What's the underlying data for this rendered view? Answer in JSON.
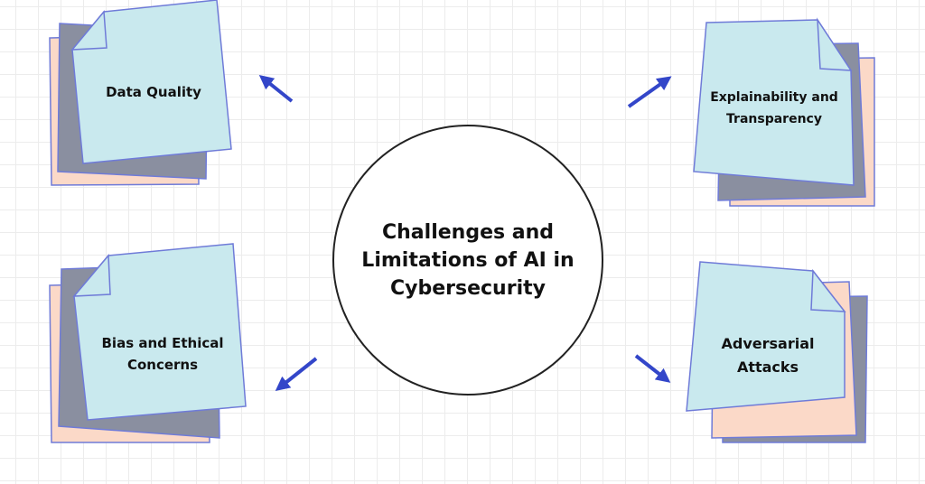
{
  "center": {
    "title": "Challenges and Limitations of AI in Cybersecurity"
  },
  "notes": [
    {
      "label": "Data Quality"
    },
    {
      "label": "Explainability and Transparency"
    },
    {
      "label": "Bias and Ethical Concerns"
    },
    {
      "label": "Adversarial Attacks"
    }
  ],
  "colors": {
    "note": "#c9e9ee",
    "back_gray": "#8a8fa0",
    "back_peach": "#fbd9c8",
    "border": "#6f7bd8",
    "arrow": "#3346c9"
  }
}
